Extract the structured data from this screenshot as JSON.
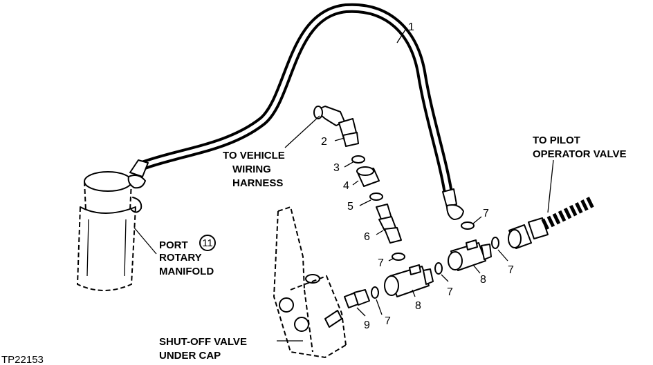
{
  "labels": {
    "to_vehicle_wiring_harness": [
      "TO VEHICLE",
      "WIRING",
      "HARNESS"
    ],
    "to_pilot_operator_valve": [
      "TO PILOT",
      "OPERATOR VALVE"
    ],
    "port_rotary_manifold": {
      "port": "PORT",
      "port_number": "11",
      "line2": "ROTARY",
      "line3": "MANIFOLD"
    },
    "shut_off_valve": [
      "SHUT-OFF VALVE",
      "UNDER CAP"
    ],
    "figure_id": "TP22153"
  },
  "callouts": {
    "c1": "1",
    "c2": "2",
    "c3": "3",
    "c4": "4",
    "c5": "5",
    "c6": "6",
    "c7a": "7",
    "c7b": "7",
    "c7c": "7",
    "c7d": "7",
    "c7e": "7",
    "c8a": "8",
    "c8b": "8",
    "c9": "9"
  }
}
